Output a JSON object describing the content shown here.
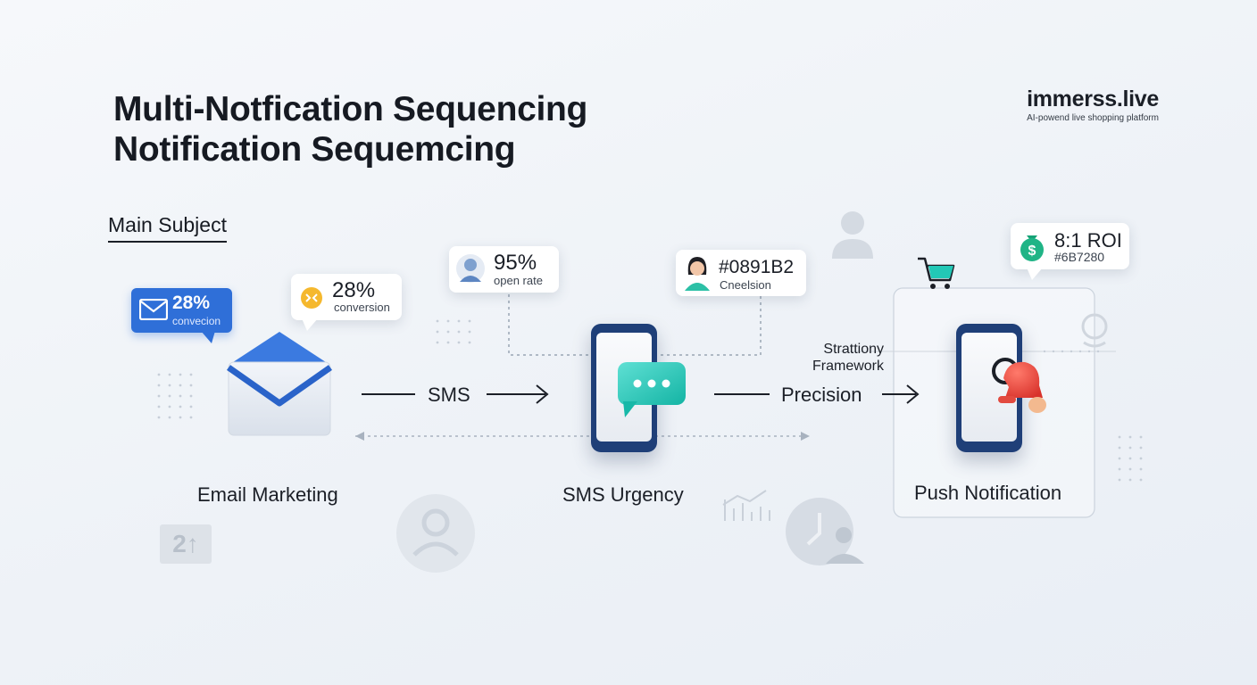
{
  "header": {
    "title_line1": "Multi-Notfication Sequencing",
    "title_line2": "Notification Sequemcing"
  },
  "brand": {
    "name": "immerss.live",
    "tagline": "AI-powend live shopping platform"
  },
  "section": {
    "label": "Main Subject"
  },
  "email": {
    "badge_value": "28%",
    "badge_sub": "convecion",
    "stat_value": "28%",
    "stat_sub": "conversion",
    "label": "Email Marketing",
    "icon": "envelope-icon"
  },
  "sms": {
    "stat_value": "95%",
    "stat_sub": "open rate",
    "card_value": "#0891B2",
    "card_sub": "Cneelsion",
    "label": "SMS Urgency",
    "icon": "chat-bubble-icon"
  },
  "push": {
    "stat_value": "8:1 ROI",
    "stat_sub": "#6B7280",
    "label": "Push Notification",
    "icon": "bell-icon"
  },
  "flow": {
    "arrow1_label": "SMS",
    "arrow2_label": "Precision",
    "framework_line1": "Strattiony",
    "framework_line2": "Framework"
  },
  "decor": {
    "counter_text": "2↑"
  },
  "colors": {
    "email_blue": "#2f6fd8",
    "teal": "#22c8b6",
    "phone_navy": "#1f3f78",
    "bell_red": "#e8453c",
    "roi_green": "#20b486"
  }
}
